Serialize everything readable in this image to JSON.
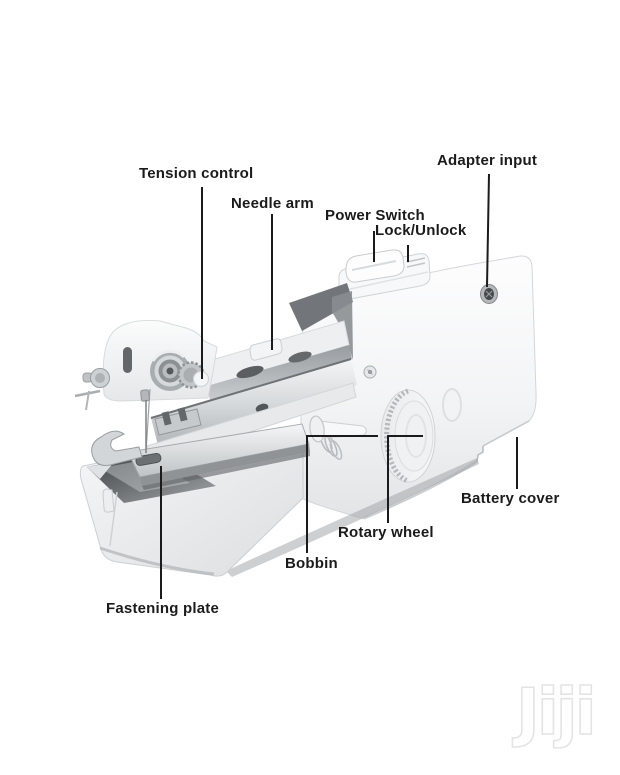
{
  "diagram": {
    "subject": "handheld-sewing-machine-parts-diagram",
    "labels": {
      "tension_control": "Tension control",
      "needle_arm": "Needle arm",
      "power_switch": "Power Switch",
      "lock_unlock": "Lock/Unlock",
      "adapter_input": "Adapter input",
      "battery_cover": "Battery cover",
      "rotary_wheel": "Rotary wheel",
      "bobbin": "Bobbin",
      "fastening_plate": "Fastening plate"
    },
    "colors": {
      "background": "#ffffff",
      "label_text": "#1b1b1b",
      "callout_line": "#1b1b1b",
      "machine_body": "#f4f5f6",
      "chrome": "#b9bdc0",
      "dark_metal": "#54575a"
    }
  },
  "watermark": {
    "text": "Jiji",
    "outline_color": "#e4e4e4"
  }
}
